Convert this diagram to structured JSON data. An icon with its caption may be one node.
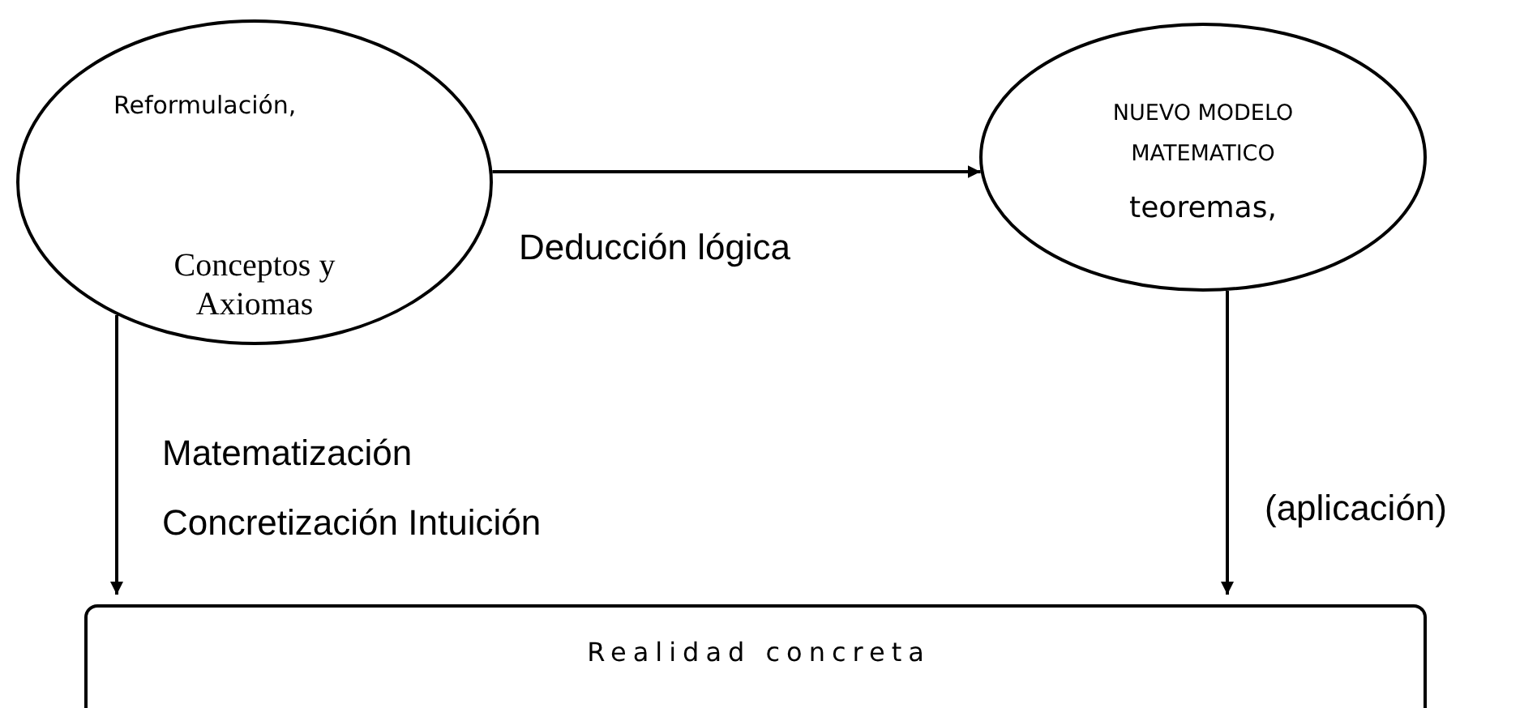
{
  "diagram": {
    "nodes": [
      {
        "text": [
          "Reformulación,",
          "Conceptos y Axiomas"
        ]
      },
      {
        "text": [
          "NUEVO MODELO MATEMATICO",
          "teoremas,"
        ]
      },
      {
        "text": [
          "Realidad concreta"
        ]
      }
    ],
    "edges": [
      {
        "from": 0,
        "to": 1,
        "arrow": "to",
        "label": "Deducción lógica"
      },
      {
        "from": 0,
        "to": 2,
        "arrow": "to",
        "label": "Matematización Concretización Intuición"
      },
      {
        "from": 1,
        "to": 2,
        "arrow": "to",
        "label": "(aplicación)"
      }
    ]
  }
}
